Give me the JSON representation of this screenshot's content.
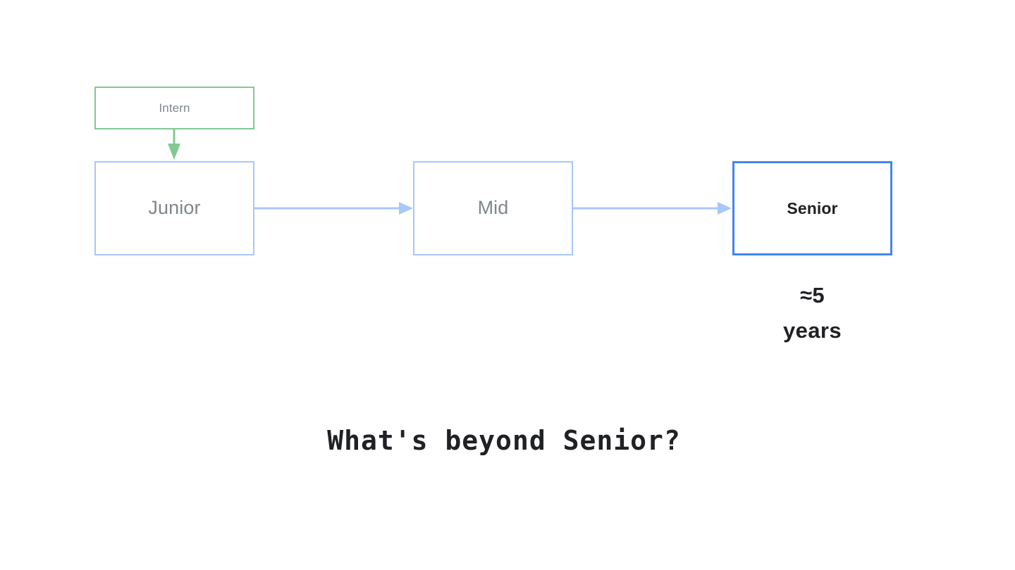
{
  "diagram": {
    "background_color": "#ffffff",
    "nodes": [
      {
        "id": "intern",
        "label": "Intern",
        "border_color": "#81c995",
        "text_color": "#80868b"
      },
      {
        "id": "junior",
        "label": "Junior",
        "border_color": "#a8c7fa",
        "text_color": "#80868b"
      },
      {
        "id": "mid",
        "label": "Mid",
        "border_color": "#a8c7fa",
        "text_color": "#80868b"
      },
      {
        "id": "senior",
        "label": "Senior",
        "border_color": "#4285f4",
        "text_color": "#202124"
      }
    ],
    "edges": [
      {
        "id": "intern-to-junior",
        "from": "intern",
        "to": "junior",
        "color": "#81c995",
        "direction": "down"
      },
      {
        "id": "junior-to-mid",
        "from": "junior",
        "to": "mid",
        "color": "#a8c7fa",
        "direction": "right"
      },
      {
        "id": "mid-to-senior",
        "from": "mid",
        "to": "senior",
        "color": "#a8c7fa",
        "direction": "right"
      }
    ],
    "annotation": {
      "id": "senior-duration",
      "line1": "≈5",
      "line2": "years",
      "text_color": "#202124"
    },
    "caption": {
      "text": "What's beyond Senior?",
      "text_color": "#202124"
    }
  }
}
